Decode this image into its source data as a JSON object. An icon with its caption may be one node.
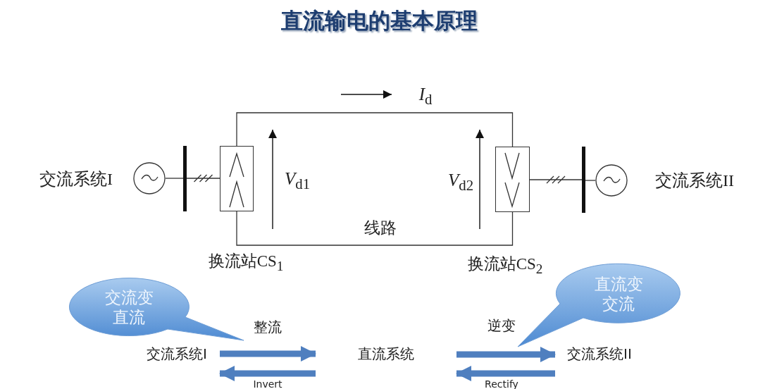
{
  "diagram": {
    "title": "直流输电的基本原理",
    "nodes": [
      {
        "text": [],
        "shape": "circle",
        "beside": [
          "交流系统I"
        ]
      },
      {
        "text": [],
        "shape": "bar"
      },
      {
        "text": [],
        "shape": "box"
      },
      {
        "text": [],
        "shape": "box"
      },
      {
        "text": [],
        "shape": "bar"
      },
      {
        "text": [],
        "shape": "circle",
        "beside": [
          "交流系统II"
        ]
      },
      {
        "text": [
          "交流变直流"
        ]
      },
      {
        "text": [
          "直流变交流"
        ]
      },
      {
        "text": [
          "交流系统I"
        ]
      },
      {
        "text": [
          "直流系统"
        ]
      },
      {
        "text": [
          "交流系统II"
        ]
      }
    ],
    "edges": [
      {
        "from": 0,
        "to": 1,
        "arrow": "none"
      },
      {
        "from": 1,
        "to": 2,
        "arrow": "none"
      },
      {
        "from": 2,
        "to": 3,
        "arrow": "none"
      },
      {
        "from": 2,
        "to": 3,
        "arrow": "none",
        "label": "线路"
      },
      {
        "from": 3,
        "to": 4,
        "arrow": "none"
      },
      {
        "from": 4,
        "to": 5,
        "arrow": "none"
      },
      {
        "from": 8,
        "to": 9,
        "arrow": "to",
        "label": "整流",
        "style": "thick",
        "color": "#4f7fbf"
      },
      {
        "from": 9,
        "to": 8,
        "arrow": "to",
        "label": "Invert",
        "style": "thick",
        "color": "#4f7fbf"
      },
      {
        "from": 9,
        "to": 10,
        "arrow": "to",
        "label": "逆变",
        "style": "thick",
        "color": "#4f7fbf"
      },
      {
        "from": 10,
        "to": 9,
        "arrow": "to",
        "label": "Rectify",
        "style": "thick",
        "color": "#4f7fbf"
      }
    ],
    "labels": [
      "*I*$_{d}$",
      "*V*$_{d1}$",
      "*V*$_{d2}$",
      "换流站CS$_{1}$",
      "换流站CS$_{2}$"
    ]
  }
}
